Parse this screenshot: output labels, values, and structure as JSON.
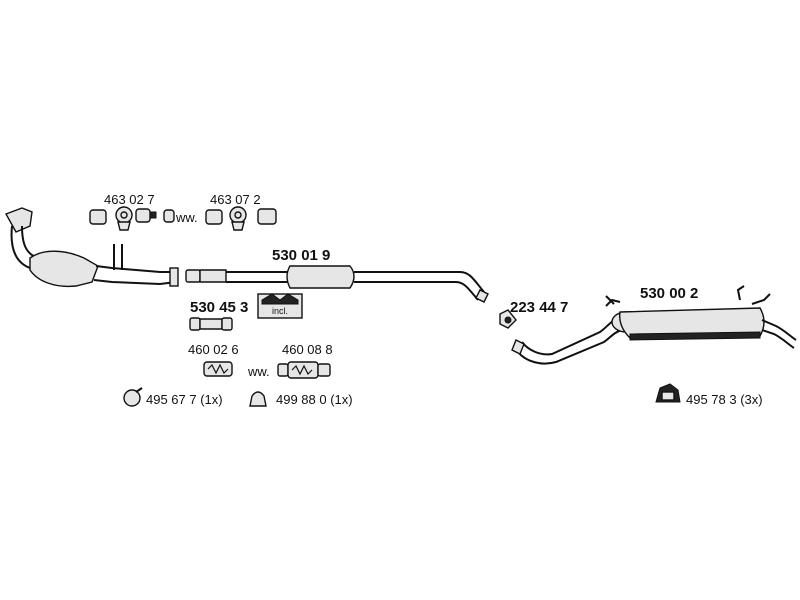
{
  "parts": {
    "clamp_a": "463 02 7",
    "clamp_b": "463 07 2",
    "or_a": "ww.",
    "front_pipe": "530 01 9",
    "front_pipe_alt": "530 45 3",
    "incl_note": "incl.",
    "connector": "223 44 7",
    "rear_muffler": "530 00 2",
    "flex_a": "460 02 6",
    "or_b": "ww.",
    "flex_b": "460 08 8",
    "ring_a": "495 67 7 (1x)",
    "ring_b": "499 88 0 (1x)",
    "mount": "495 78 3 (3x)"
  }
}
